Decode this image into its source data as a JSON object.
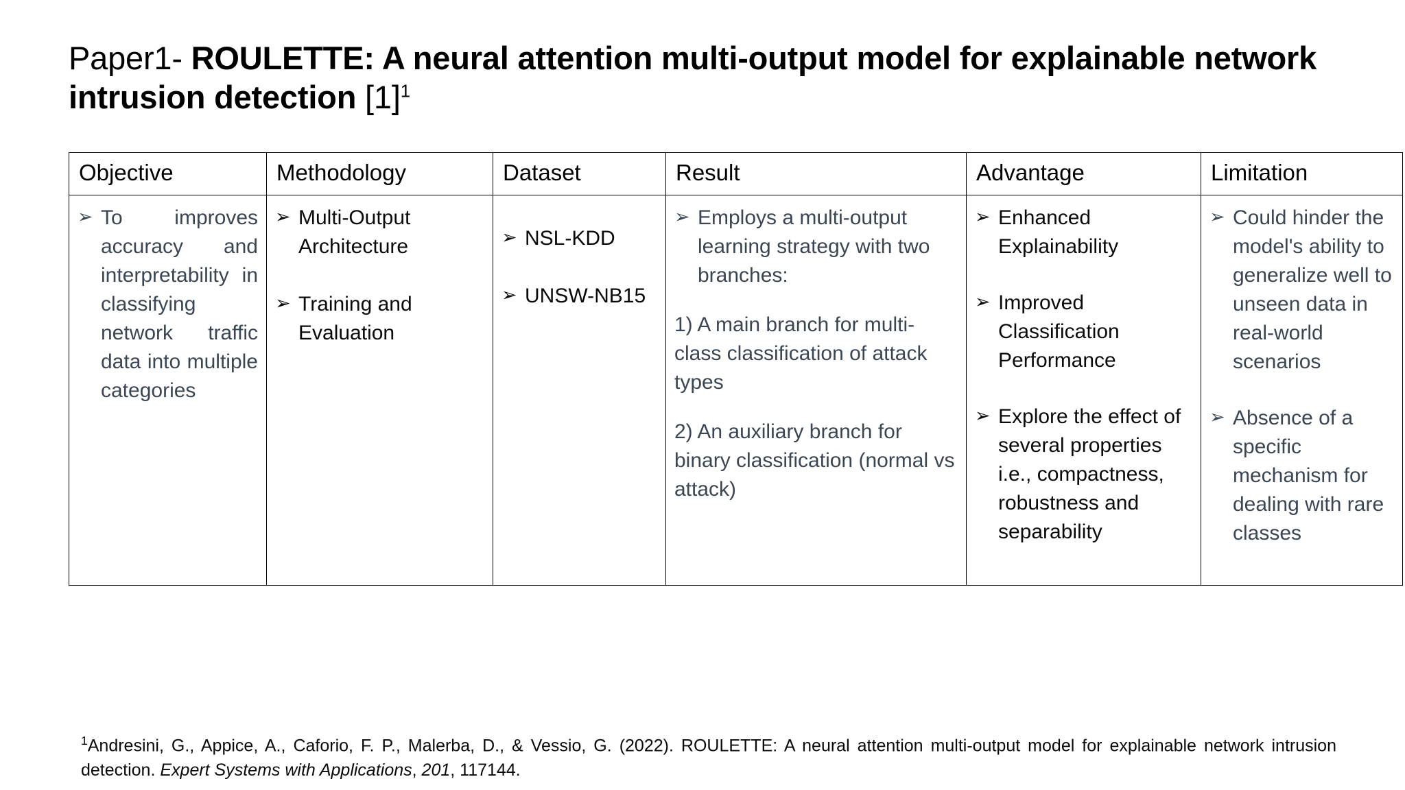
{
  "slide": {
    "title": {
      "prefix": "Paper1- ",
      "main": "ROULETTE: A neural attention multi-output model for explainable network intrusion detection",
      "reference": " [1]",
      "superscript": "1"
    },
    "bullet_glyph": "➢",
    "colors": {
      "body_slate": "#3b4654",
      "body_ink": "#0a0a0a",
      "border": "#000000",
      "background": "#ffffff"
    },
    "table": {
      "headers": [
        "Objective",
        "Methodology",
        "Dataset",
        "Result",
        "Advantage",
        "Limitation"
      ],
      "columns": {
        "objective": {
          "bullets": [
            "To improves accuracy and interpretability in classifying network traffic data into multiple categories"
          ]
        },
        "methodology": {
          "bullets": [
            "Multi-Output Architecture",
            "Training and Evaluation"
          ]
        },
        "dataset": {
          "bullets": [
            "NSL-KDD",
            "UNSW-NB15"
          ]
        },
        "result": {
          "bullets": [
            "Employs a multi-output learning strategy with two branches:"
          ],
          "paragraphs": [
            "1) A main branch for multi-class classification of attack types",
            "2) An auxiliary branch for binary classification (normal vs attack)"
          ]
        },
        "advantage": {
          "bullets": [
            "Enhanced Explainability",
            "Improved Classification Performance",
            "Explore the effect of several properties i.e., compactness, robustness and separability"
          ]
        },
        "limitation": {
          "bullets": [
            "Could hinder the model's ability to generalize well to unseen data in real-world scenarios",
            "Absence of a specific mechanism for dealing with rare classes"
          ]
        }
      }
    },
    "footnote": {
      "marker": "1",
      "text_before_italic": "Andresini, G., Appice, A., Caforio, F. P., Malerba, D., & Vessio, G. (2022). ROULETTE: A neural attention multi-output model for explainable network intrusion detection. ",
      "journal": "Expert Systems with Applications",
      "separator": ", ",
      "volume": "201",
      "text_after": ", 117144."
    }
  }
}
